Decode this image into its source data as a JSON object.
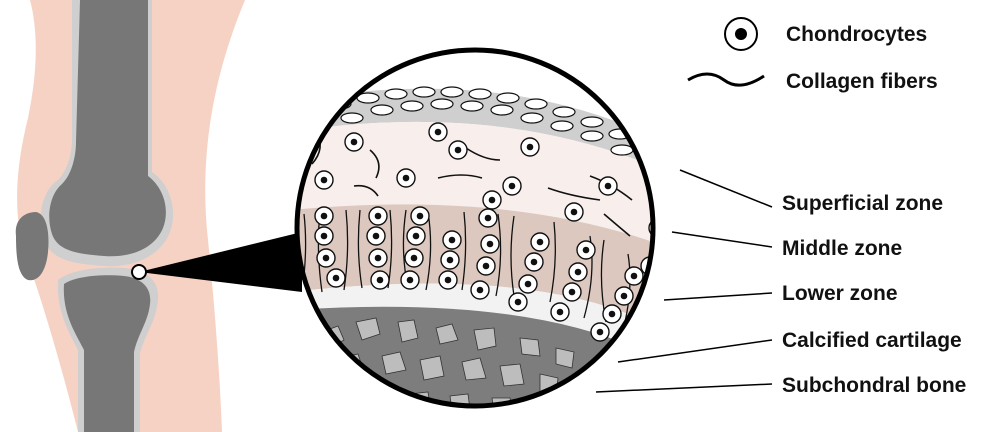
{
  "legend": {
    "chondrocytes": "Chondrocytes",
    "collagen_fibers": "Collagen fibers"
  },
  "zones": {
    "superficial": "Superficial zone",
    "middle": "Middle zone",
    "lower": "Lower zone",
    "calcified": "Calcified cartilage",
    "subchondral": "Subchondral bone"
  },
  "colors": {
    "skin": "#f6d2c4",
    "bone": "#777777",
    "bone_outline": "#cccccc",
    "superficial_zone": "#cfcfcf",
    "middle_zone": "#f8eeeb",
    "lower_zone": "#dcc8bf",
    "calcified_zone": "#f2f2f2",
    "subchondral_bone": "#7d7d7d",
    "bone_fragment": "#bdbdbd",
    "ink": "#111111"
  }
}
